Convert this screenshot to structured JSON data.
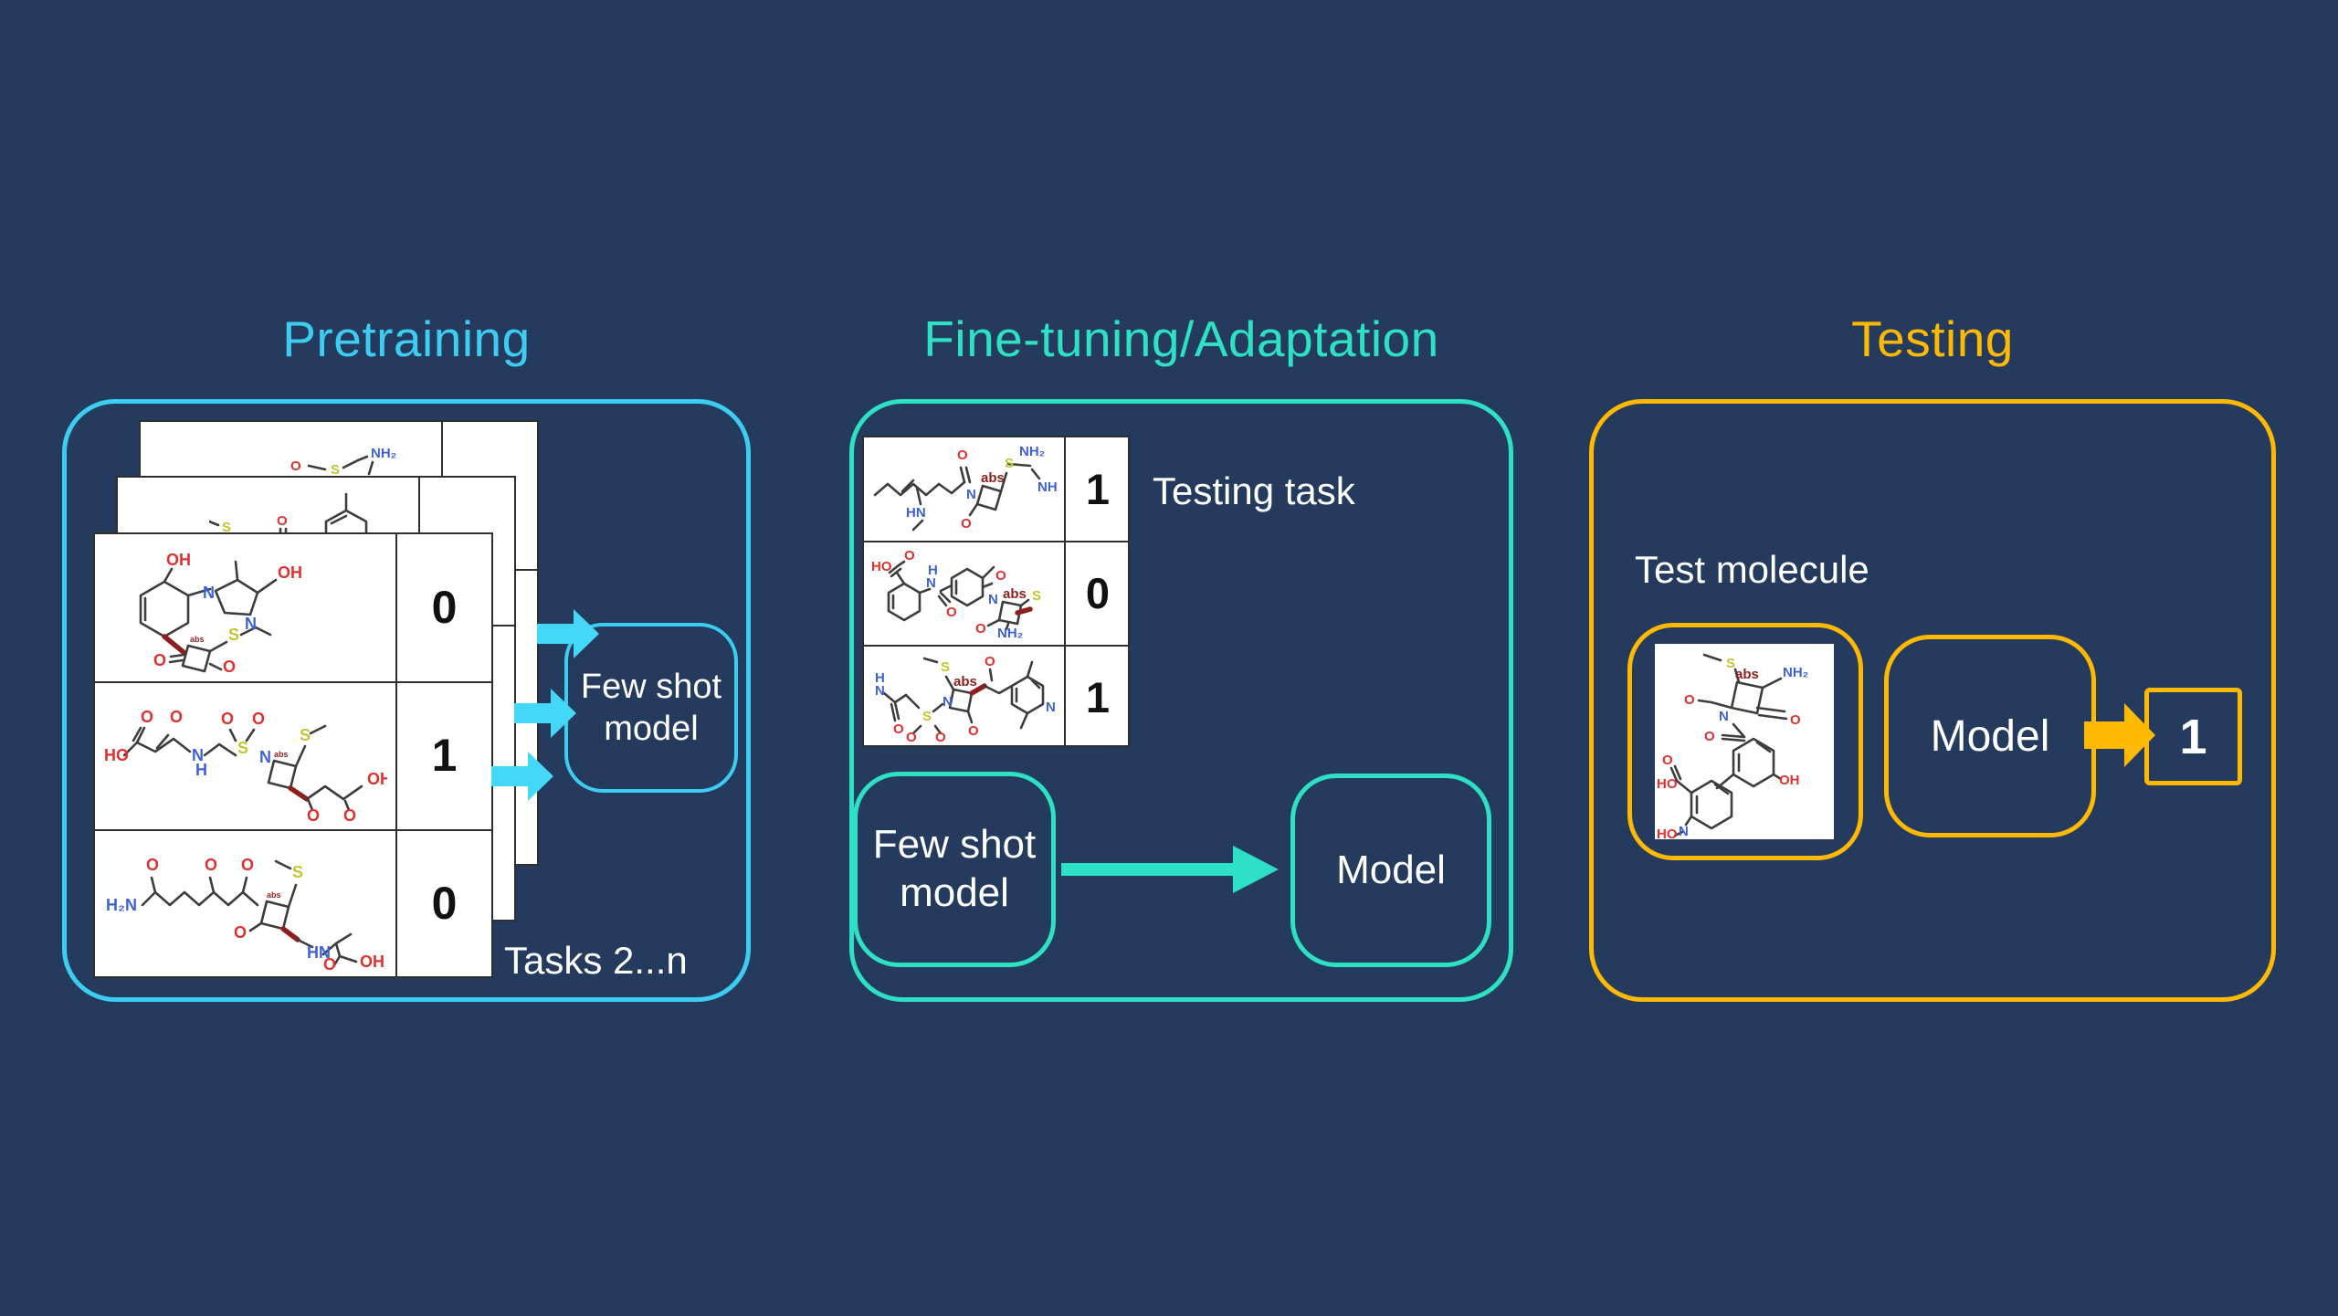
{
  "colors": {
    "bg": "#253b5e",
    "cyan": "#3ecdf2",
    "cyan-arrow": "#45d7f7",
    "teal": "#2ee0c4",
    "gold": "#ffb900",
    "card-line": "#2f2f2f",
    "label": "#111111"
  },
  "titles": {
    "pretraining": "Pretraining",
    "finetuning": "Fine-tuning/Adaptation",
    "testing": "Testing"
  },
  "pretraining": {
    "rows": [
      "0",
      "1",
      "0"
    ],
    "stack_note": "Tasks 2...n",
    "few_shot_label": "Few shot model"
  },
  "finetuning": {
    "rows": [
      "1",
      "0",
      "1"
    ],
    "caption": "Testing task",
    "few_shot_label": "Few shot model",
    "model_label": "Model"
  },
  "testing": {
    "molecule_caption": "Test molecule",
    "model_label": "Model",
    "prediction": "1"
  },
  "atoms": {
    "o": "O",
    "oh": "OH",
    "ho": "HO",
    "n": "N",
    "s": "S",
    "h": "H",
    "nh": "NH",
    "hn": "HN",
    "nh2": "NH₂",
    "h2n": "H₂N",
    "abs": "abs"
  }
}
